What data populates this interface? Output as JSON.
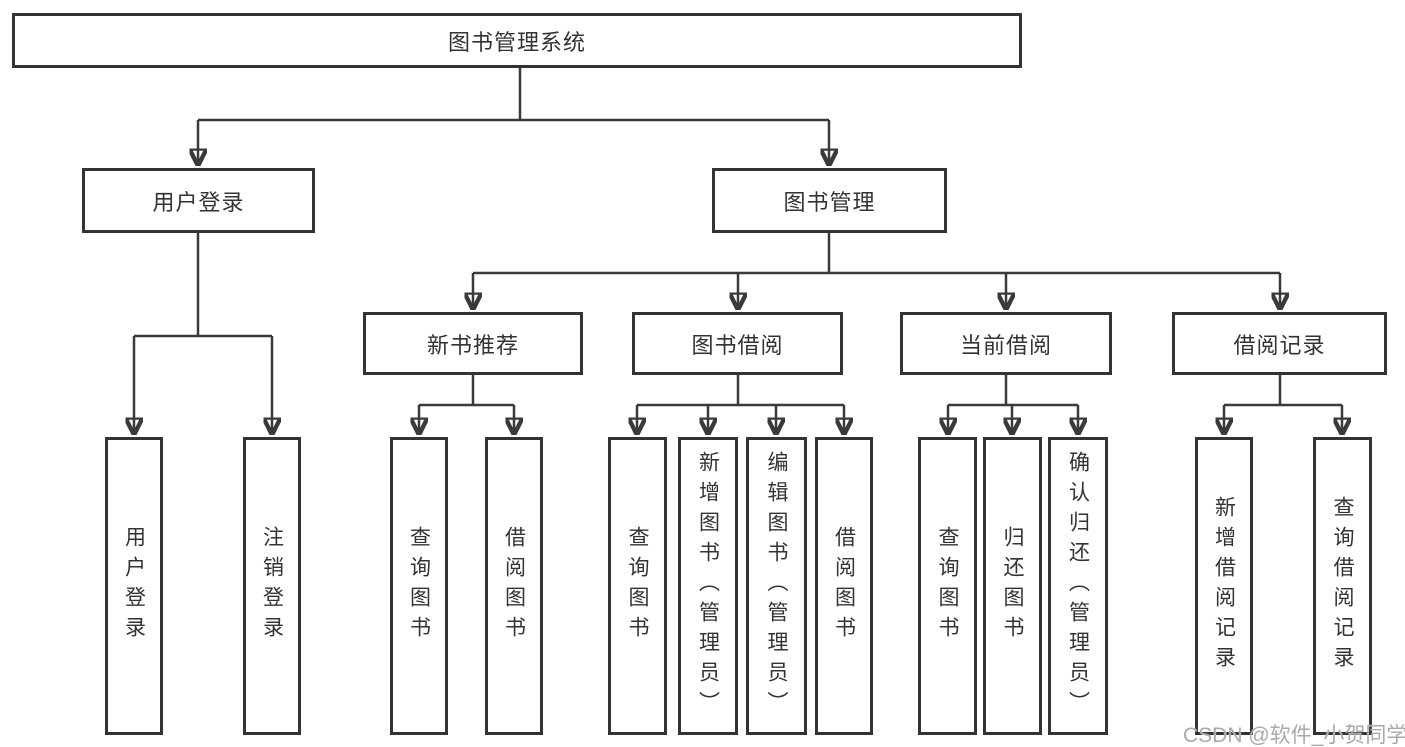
{
  "tree": {
    "root": {
      "label": "图书管理系统",
      "children": [
        {
          "label": "用户登录",
          "children": [
            {
              "label": "用户登录"
            },
            {
              "label": "注销登录"
            }
          ]
        },
        {
          "label": "图书管理",
          "children": [
            {
              "label": "新书推荐",
              "children": [
                {
                  "label": "查询图书"
                },
                {
                  "label": "借阅图书"
                }
              ]
            },
            {
              "label": "图书借阅",
              "children": [
                {
                  "label": "查询图书"
                },
                {
                  "label": "新增图书（管理员）"
                },
                {
                  "label": "编辑图书（管理员）"
                },
                {
                  "label": "借阅图书"
                }
              ]
            },
            {
              "label": "当前借阅",
              "children": [
                {
                  "label": "查询图书"
                },
                {
                  "label": "归还图书"
                },
                {
                  "label": "确认归还（管理员）"
                }
              ]
            },
            {
              "label": "借阅记录",
              "children": [
                {
                  "label": "新增借阅记录"
                },
                {
                  "label": "查询借阅记录"
                }
              ]
            }
          ]
        }
      ]
    }
  },
  "watermark": {
    "text": "CSDN @软件_小贺同学"
  },
  "colors": {
    "line": "#3a3a3a",
    "box_border": "#333333",
    "text": "#333333",
    "background": "#ffffff",
    "watermark": "#a6aab1"
  }
}
